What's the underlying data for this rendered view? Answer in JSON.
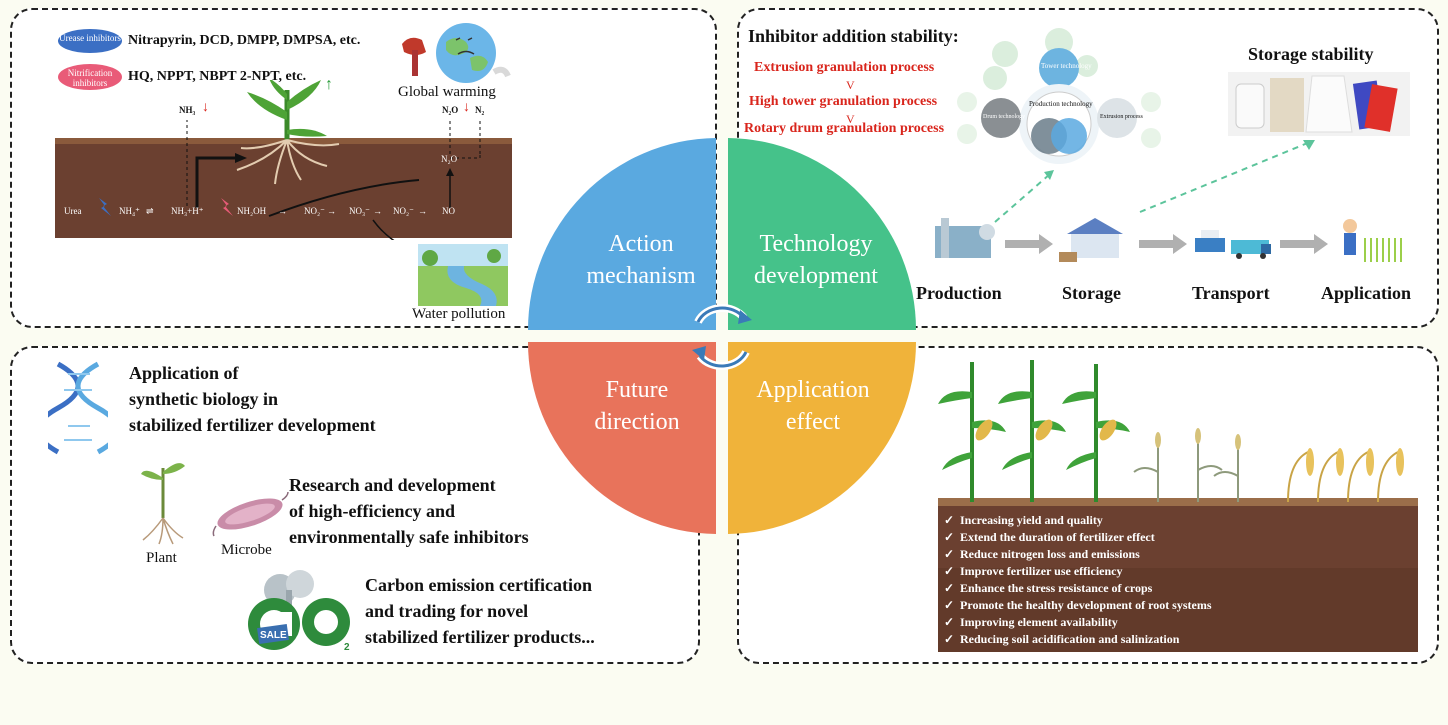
{
  "center": {
    "q1": "Action\nmechanism",
    "q2": "Technology\ndevelopment",
    "q3": "Future\ndirection",
    "q4": "Application\neffect"
  },
  "mechanism": {
    "urease_badge": "Urease inhibitors",
    "urease_list": "Nitrapyrin, DCD, DMPP, DMPSA, etc.",
    "nitrification_badge": "Nitrification inhibitors",
    "nitrification_list": "HQ, NPPT, NBPT 2-NPT, etc.",
    "global_warming": "Global warming",
    "water_pollution": "Water pollution",
    "nh3": "NH₃",
    "n2o_top": "N₂O",
    "n2": "N₂",
    "n2o_mid": "N₂O",
    "chain": {
      "urea": "Urea",
      "nh4": "NH₄⁺",
      "nh3h": "NH₃+H⁺",
      "nh2oh": "NH₂OH",
      "no2a": "NO₂⁻",
      "no3": "NO₃⁻",
      "no2b": "NO₂⁻",
      "no": "NO"
    }
  },
  "technology": {
    "title": "Inhibitor addition stability:",
    "process1": "Extrusion granulation process",
    "process2": "High tower granulation process",
    "process3": "Rotary drum granulation process",
    "vmark": "V",
    "storage_stability": "Storage stability",
    "diagram_center": "Production technology",
    "diagram_tower": "Tower technology",
    "diagram_drum": "Drum technology",
    "diagram_extrusion": "Extrusion process",
    "stages": [
      "Production",
      "Storage",
      "Transport",
      "Application"
    ]
  },
  "future": {
    "item1": "Application of\nsynthetic biology in\nstabilized fertilizer development",
    "item2": "Research and development\nof high-efficiency and\nenvironmentally safe inhibitors",
    "item3": "Carbon emission certification\nand trading for novel\nstabilized fertilizer products...",
    "plant": "Plant",
    "microbe": "Microbe",
    "sale": "SALE"
  },
  "effect": {
    "items": [
      "Increasing yield and quality",
      "Extend the duration of fertilizer effect",
      "Reduce nitrogen loss and emissions",
      "Improve fertilizer use efficiency",
      "Enhance the stress resistance of crops",
      "Promote the healthy development of root systems",
      "Improving element availability",
      "Reducing soil acidification and salinization"
    ]
  },
  "colors": {
    "q1": "#5aa9e0",
    "q2": "#45c28a",
    "q3": "#e8735b",
    "q4": "#f0b33a",
    "urease": "#3b6fc4",
    "nitrification": "#e95b78",
    "process_red": "#d9251c",
    "soil": "#6b4030"
  }
}
